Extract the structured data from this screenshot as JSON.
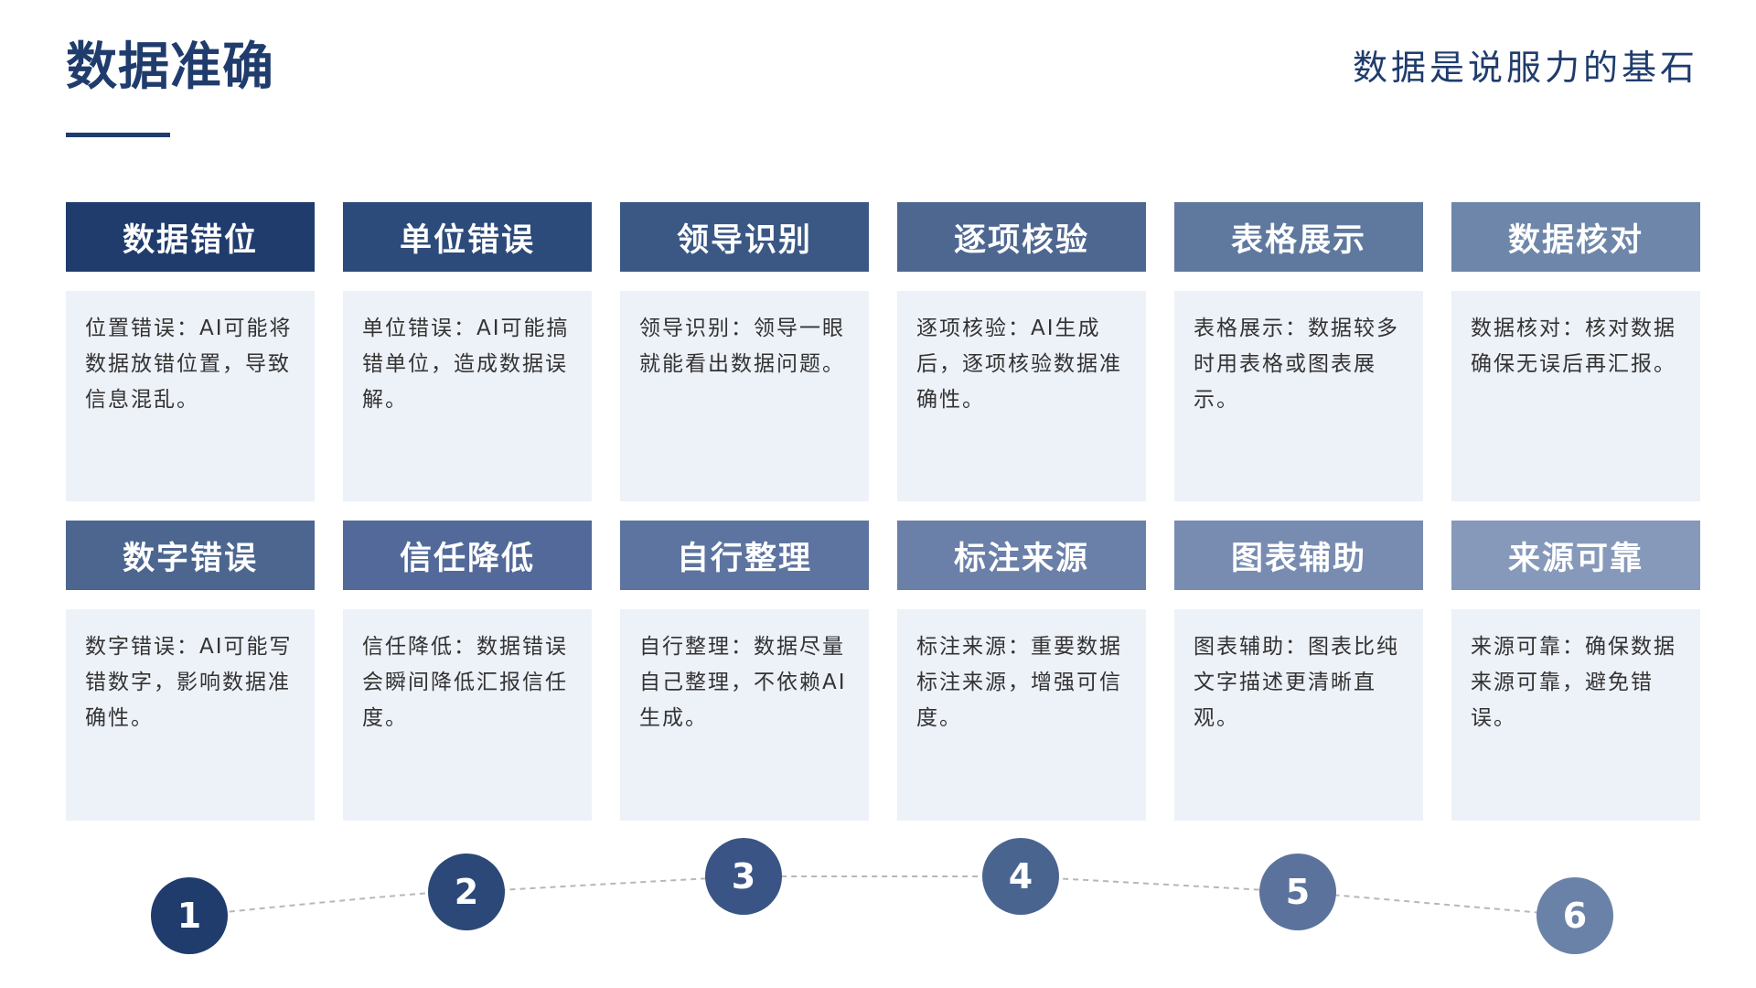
{
  "header": {
    "title": "数据准确",
    "subtitle": "数据是说服力的基石"
  },
  "row1": [
    {
      "title": "数据错位",
      "body": "位置错误：AI可能将数据放错位置，导致信息混乱。",
      "color": "#1f3c6d"
    },
    {
      "title": "单位错误",
      "body": "单位错误：AI可能搞错单位，造成数据误解。",
      "color": "#2c4a7a"
    },
    {
      "title": "领导识别",
      "body": "领导识别：领导一眼就能看出数据问题。",
      "color": "#3b5885"
    },
    {
      "title": "逐项核验",
      "body": "逐项核验：AI生成后，逐项核验数据准确性。",
      "color": "#4e6791"
    },
    {
      "title": "表格展示",
      "body": "表格展示：数据较多时用表格或图表展示。",
      "color": "#5f789e"
    },
    {
      "title": "数据核对",
      "body": "数据核对：核对数据确保无误后再汇报。",
      "color": "#6e86a9"
    }
  ],
  "row2": [
    {
      "title": "数字错误",
      "body": "数字错误：AI可能写错数字，影响数据准确性。",
      "color": "#4c6690"
    },
    {
      "title": "信任降低",
      "body": "信任降低：数据错误会瞬间降低汇报信任度。",
      "color": "#52699a"
    },
    {
      "title": "自行整理",
      "body": "自行整理：数据尽量自己整理，不依赖AI生成。",
      "color": "#5d74a0"
    },
    {
      "title": "标注来源",
      "body": "标注来源：重要数据标注来源，增强可信度。",
      "color": "#6a80a9"
    },
    {
      "title": "图表辅助",
      "body": "图表辅助：图表比纯文字描述更清晰直观。",
      "color": "#788cb1"
    },
    {
      "title": "来源可靠",
      "body": "来源可靠：确保数据来源可靠，避免错误。",
      "color": "#8699ba"
    }
  ],
  "steps": [
    {
      "label": "1",
      "color": "#1f3c6d"
    },
    {
      "label": "2",
      "color": "#2b4878"
    },
    {
      "label": "3",
      "color": "#3a5585"
    },
    {
      "label": "4",
      "color": "#4a6490"
    },
    {
      "label": "5",
      "color": "#5b739c"
    },
    {
      "label": "6",
      "color": "#6b82a8"
    }
  ]
}
